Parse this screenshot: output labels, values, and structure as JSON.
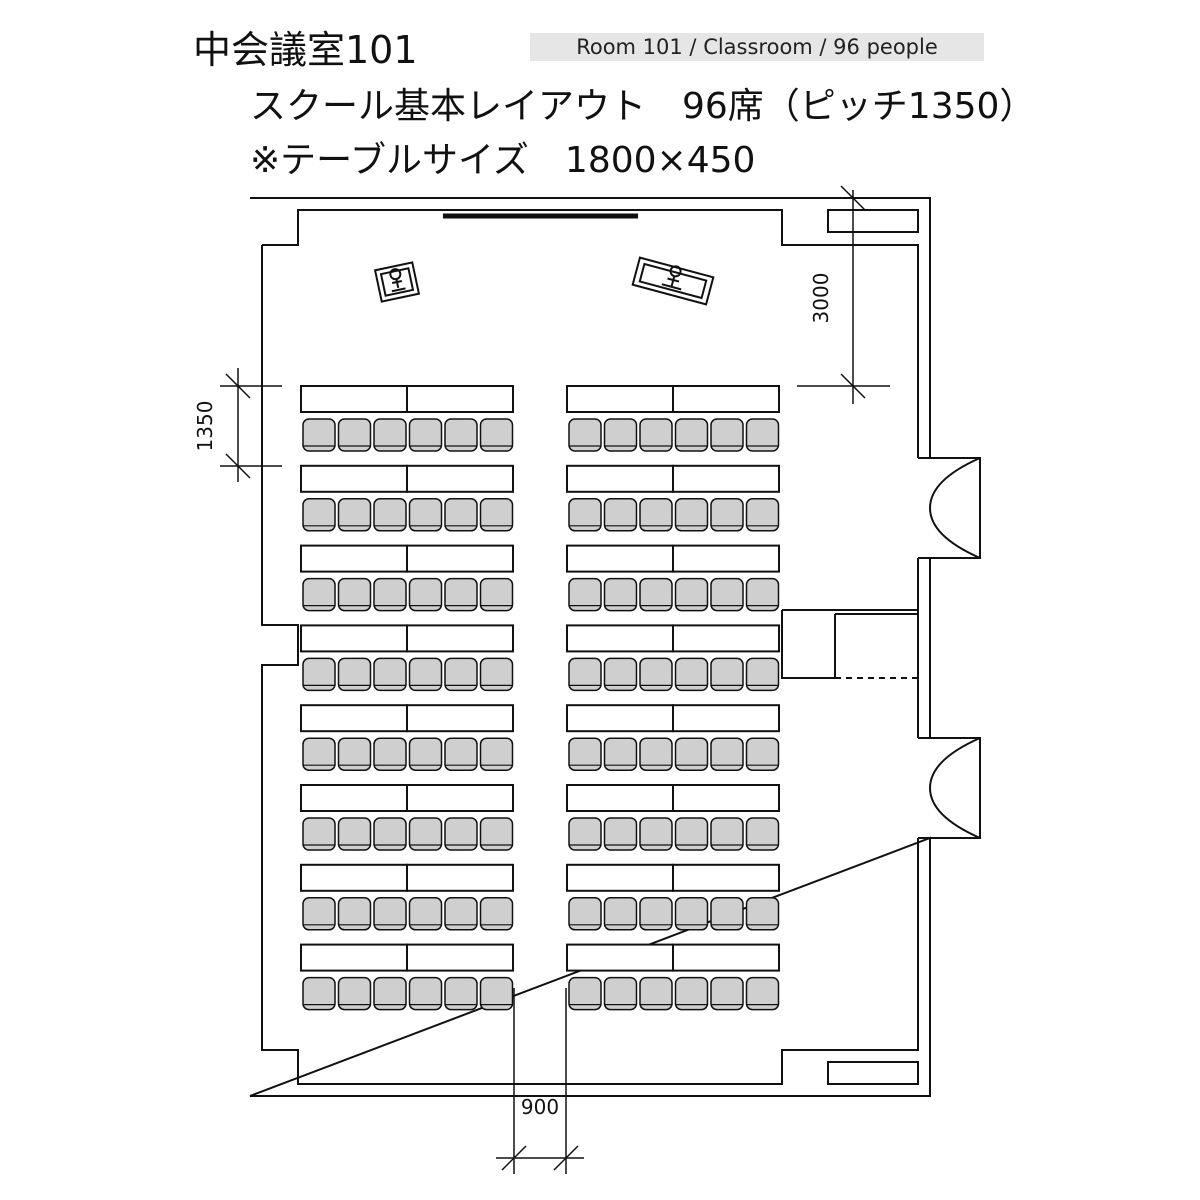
{
  "header": {
    "title": "中会議室101",
    "badge": "Room 101 / Classroom / 96 people",
    "subtitle": "スクール基本レイアウト　96席（ピッチ1350）",
    "table_note": "※テーブルサイズ　1800×450"
  },
  "dimensions": {
    "row_pitch": "1350",
    "front_clearance": "3000",
    "aisle_width": "900"
  },
  "layout": {
    "rows": 8,
    "blocks": 2,
    "tables_per_row_per_block": 2,
    "chairs_per_row_per_block": 6,
    "seats_total": 96
  },
  "colors": {
    "chair_fill": "#cfcfcf",
    "line": "#111111",
    "badge_bg": "#e6e6e6"
  }
}
